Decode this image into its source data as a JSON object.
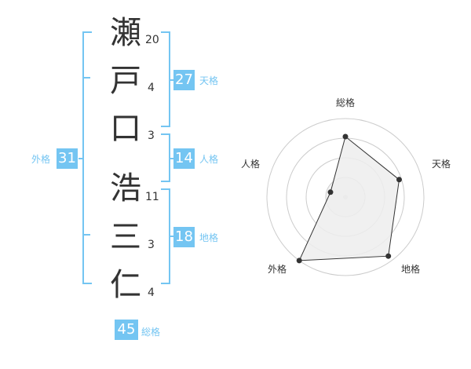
{
  "name": {
    "characters": [
      {
        "char": "瀬",
        "strokes": "20"
      },
      {
        "char": "戸",
        "strokes": "4"
      },
      {
        "char": "口",
        "strokes": "3"
      },
      {
        "char": "浩",
        "strokes": "11"
      },
      {
        "char": "三",
        "strokes": "3"
      },
      {
        "char": "仁",
        "strokes": "4"
      }
    ]
  },
  "fortune": {
    "tenkaku": {
      "value": "27",
      "label": "天格"
    },
    "jinkaku": {
      "value": "14",
      "label": "人格"
    },
    "chikaku": {
      "value": "18",
      "label": "地格"
    },
    "gaikaku": {
      "value": "31",
      "label": "外格"
    },
    "soukaku": {
      "value": "45",
      "label": "総格"
    }
  },
  "radar": {
    "labels": {
      "soukaku": "総格",
      "tenkaku": "天格",
      "chikaku": "地格",
      "gaikaku": "外格",
      "jinkaku": "人格"
    }
  },
  "chart_data": {
    "type": "radar",
    "axes": [
      "総格",
      "天格",
      "地格",
      "外格",
      "人格"
    ],
    "values": [
      0.77,
      0.72,
      0.93,
      1.0,
      0.2
    ],
    "range": [
      0,
      1
    ],
    "rings": 4,
    "colors": {
      "fill": "#ededed",
      "stroke": "#333333",
      "grid": "#cccccc",
      "accent": "#74c5f2"
    }
  }
}
